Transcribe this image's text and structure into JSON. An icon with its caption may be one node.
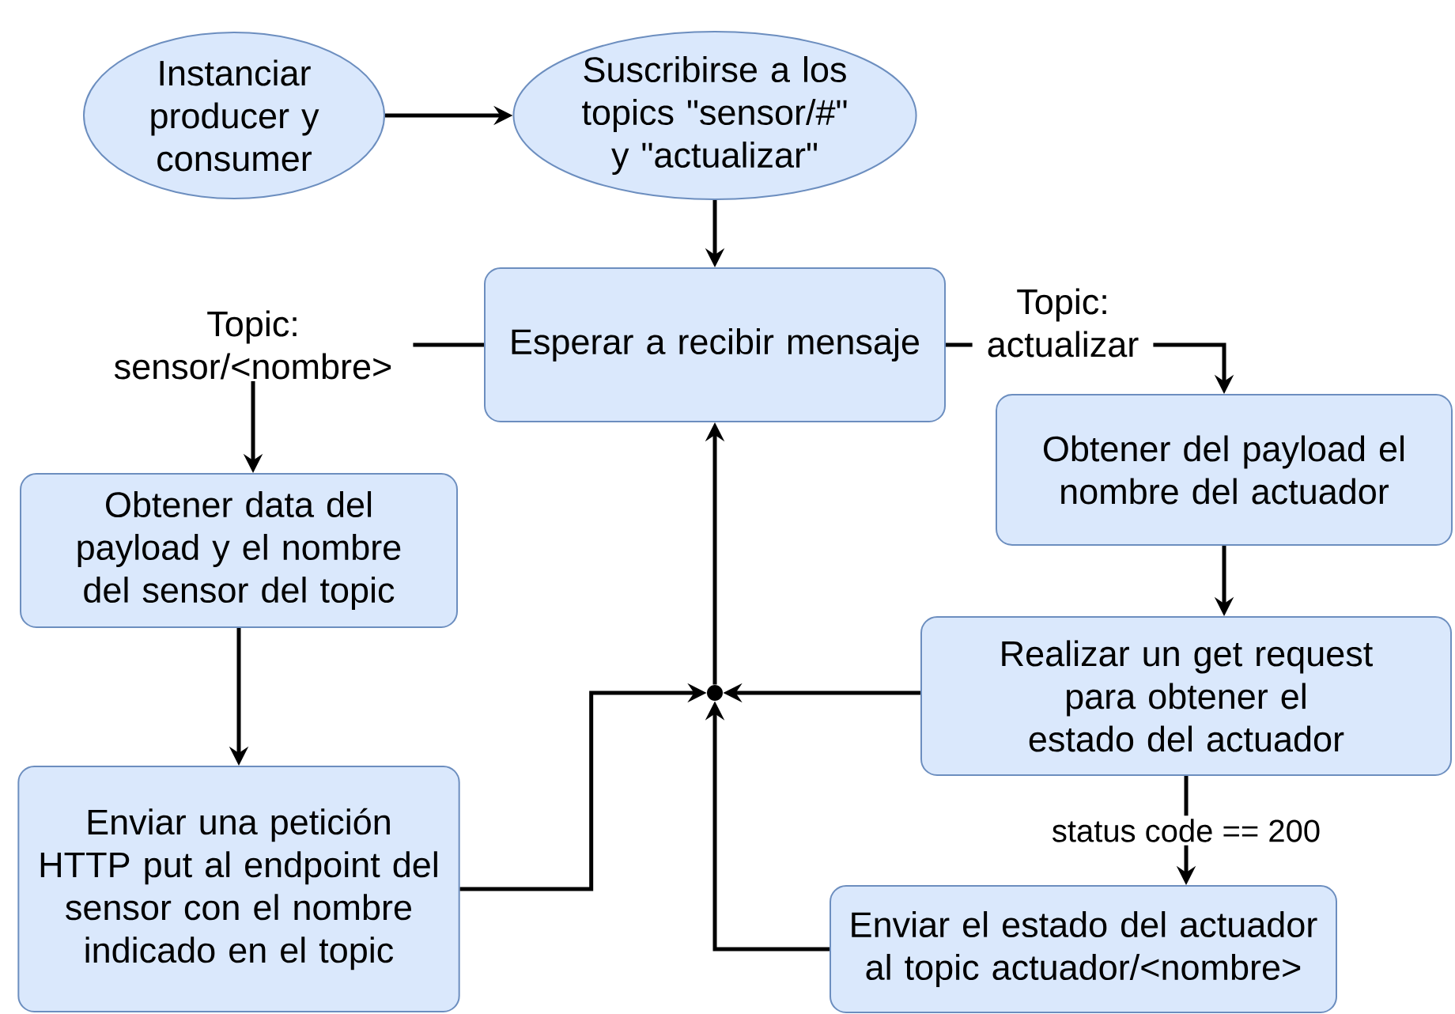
{
  "diagram": {
    "nodes": [
      {
        "text": [
          "Instanciar producer y consumer"
        ]
      },
      {
        "text": [
          "Suscribirse a los topics \"sensor/#\" y \"actualizar\""
        ]
      },
      {
        "text": [
          "Esperar a recibir mensaje"
        ]
      },
      {
        "text": [
          "Topic: sensor/<nombre>"
        ]
      },
      {
        "text": [
          "Topic: actualizar"
        ]
      },
      {
        "text": [
          "Obtener data del payload y el nombre del sensor del topic"
        ]
      },
      {
        "text": [
          "Enviar una petición HTTP put al endpoint del sensor con el nombre indicado en el topic"
        ]
      },
      {
        "text": [
          "Obtener del payload el nombre del actuador"
        ]
      },
      {
        "text": [
          "Realizar un get request para obtener el estado del actuador"
        ]
      },
      {
        "text": [
          "Enviar el estado del actuador al topic actuador/<nombre>"
        ]
      },
      {
        "text": [],
        "shape": "circle"
      }
    ],
    "edges": [
      {
        "from": 0,
        "to": 1,
        "arrow": "to"
      },
      {
        "from": 1,
        "to": 2,
        "arrow": "to"
      },
      {
        "from": 2,
        "to": 3,
        "arrow": "none"
      },
      {
        "from": 3,
        "to": 5,
        "arrow": "to"
      },
      {
        "from": 2,
        "to": 4,
        "arrow": "none"
      },
      {
        "from": 4,
        "to": 7,
        "arrow": "to"
      },
      {
        "from": 5,
        "to": 6,
        "arrow": "to"
      },
      {
        "from": 6,
        "to": 10,
        "arrow": "to"
      },
      {
        "from": 8,
        "to": 10,
        "arrow": "to"
      },
      {
        "from": 9,
        "to": 10,
        "arrow": "to"
      },
      {
        "from": 10,
        "to": 2,
        "arrow": "to"
      },
      {
        "from": 7,
        "to": 8,
        "arrow": "to"
      },
      {
        "from": 8,
        "to": 9,
        "arrow": "to",
        "label": "status code == 200"
      }
    ]
  }
}
